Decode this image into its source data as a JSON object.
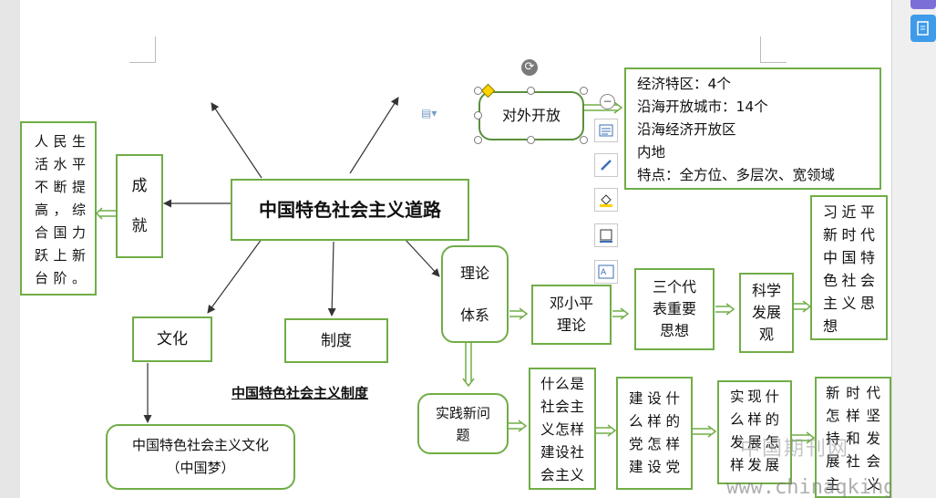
{
  "mindmap": {
    "center": "中国特色社会主义道路",
    "achievement": "成\n\n就",
    "achievement_detail": "人民生活水平不断提高，综合国力跃上新台阶。",
    "opening": "对外开放",
    "opening_detail": [
      "经济特区：4个",
      "沿海开放城市：14个",
      "沿海经济开放区",
      "内地",
      "特点：全方位、多层次、宽领域"
    ],
    "theory": "理论\n\n体系",
    "deng": "邓小平\n理论",
    "three_rep": "三个代\n表重要\n思想",
    "sci_dev": "科学\n发展\n观",
    "xi": "习近平新时代中国特色社会主义思想",
    "culture": "文化",
    "system": "制度",
    "system_caption": "中国特色社会主义制度",
    "culture_detail": "中国特色社会主义文化\n（中国梦）",
    "practice": "实践新问\n题",
    "q1": "什么是社会主义怎样建设社会主义",
    "q2": "建设什么样的党怎样建设党",
    "q3": "实现什么样的发展怎样发展",
    "q4": "新时代怎样坚持和发展社会主义"
  },
  "watermark": {
    "cn": "中国期刊网",
    "url": "www.chinaqking.com"
  },
  "colors": {
    "box_border": "#70ad47",
    "arrow": "#333333"
  }
}
